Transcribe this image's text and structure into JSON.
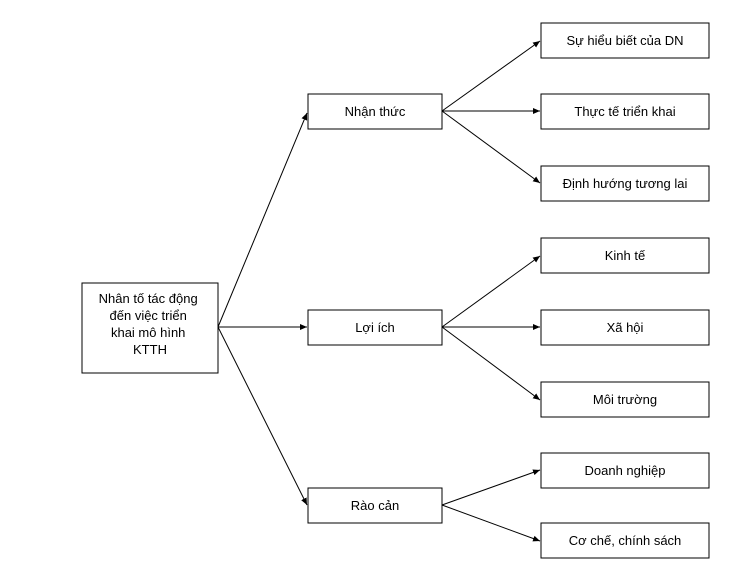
{
  "diagram": {
    "root": {
      "lines": [
        "Nhân tố tác động",
        "đến việc triển",
        "khai mô hình",
        "KTTH"
      ]
    },
    "groups": [
      {
        "label": "Nhận thức",
        "children": [
          "Sự hiểu biết của DN",
          "Thực tế triển khai",
          "Định hướng tương lai"
        ]
      },
      {
        "label": "Lợi ích",
        "children": [
          "Kinh tế",
          "Xã hội",
          "Môi trường"
        ]
      },
      {
        "label": "Rào cản",
        "children": [
          "Doanh nghiệp",
          "Cơ chế, chính sách"
        ]
      }
    ],
    "colors": {
      "line": "#000000",
      "box_fill": "#ffffff",
      "box_stroke": "#000000",
      "text": "#000000"
    }
  }
}
